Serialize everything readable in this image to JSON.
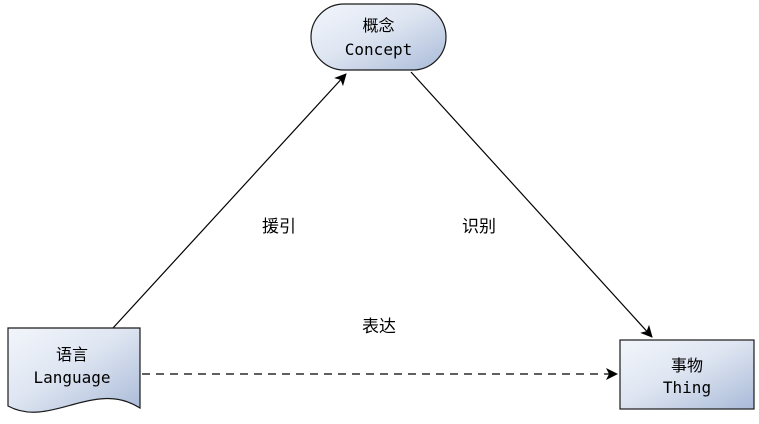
{
  "nodes": {
    "concept": {
      "label_cn": "概念",
      "label_en": "Concept"
    },
    "language": {
      "label_cn": "语言",
      "label_en": "Language"
    },
    "thing": {
      "label_cn": "事物",
      "label_en": "Thing"
    }
  },
  "edges": {
    "language_to_concept": {
      "label": "援引"
    },
    "concept_to_thing": {
      "label": "识别"
    },
    "language_to_thing": {
      "label": "表达",
      "style": "dashed"
    }
  },
  "colors": {
    "fill_light": "#f2f5fb",
    "fill_dark": "#a9bad8",
    "stroke": "#1a1a1a"
  }
}
